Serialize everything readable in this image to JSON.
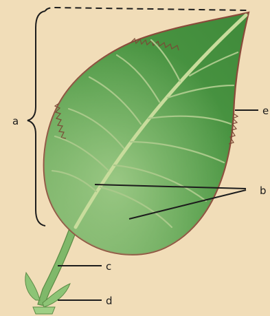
{
  "figure": {
    "labels": {
      "a": "a",
      "b": "b",
      "c": "c",
      "d": "d",
      "e": "e"
    }
  },
  "colors": {
    "background": "#f1ddb8",
    "leaf_dark": "#3f8a3a",
    "leaf_light": "#8fc27a",
    "midrib": "#b7cf8f",
    "outline": "#8a4a3a",
    "leader_lines": "#1c1c1c"
  }
}
